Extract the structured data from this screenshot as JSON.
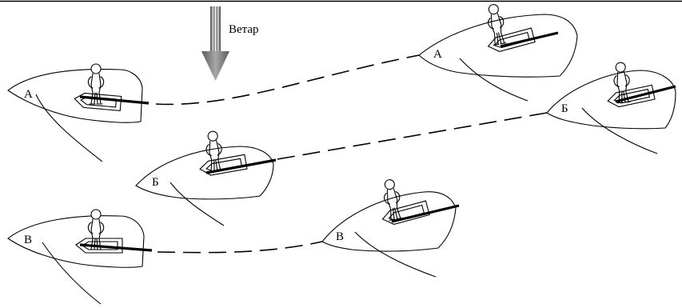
{
  "wind": {
    "label": "Ветар"
  },
  "boats": [
    {
      "id": "A-start",
      "label": "А"
    },
    {
      "id": "A-end",
      "label": "А"
    },
    {
      "id": "B-start",
      "label": "Б"
    },
    {
      "id": "B-end",
      "label": "Б"
    },
    {
      "id": "V-start",
      "label": "В"
    },
    {
      "id": "V-end",
      "label": "В"
    }
  ],
  "colors": {
    "ink": "#000000",
    "background": "#ffffff",
    "wind_arrow": "#808080"
  }
}
